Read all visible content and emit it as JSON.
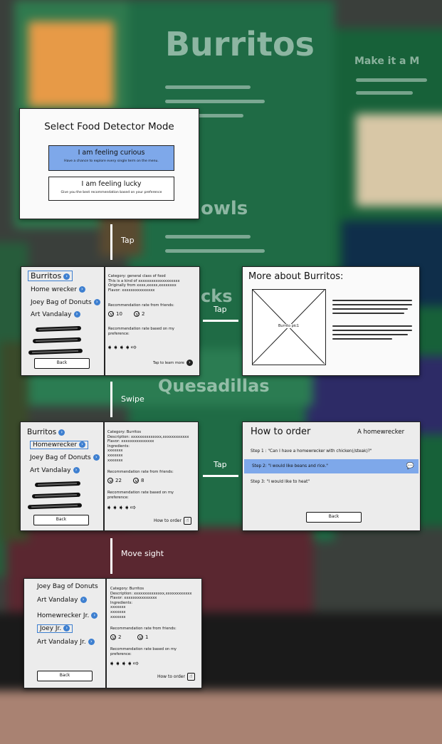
{
  "connectors": {
    "tap1": "Tap",
    "tap2": "Tap",
    "swipe": "Swipe",
    "tap3": "Tap",
    "move_sight": "Move sight"
  },
  "mode_card": {
    "title": "Select Food Detector Mode",
    "curious_title": "I am feeling curious",
    "curious_sub": "Have a chance to explore every single term on the menu.",
    "lucky_title": "I am feeling lucky",
    "lucky_sub": "Give you the best recommendation based on your preference"
  },
  "screen1": {
    "list": [
      "Burritos",
      "Home wrecker",
      "Joey Bag of Donuts",
      "Art Vandalay"
    ],
    "selected": "Burritos",
    "back": "Back",
    "details": [
      "Category: general class of food",
      "This is a kind of xxxxxxxxxxxxxxxxxxx",
      "Originally from xxxx,xxxxx,xxxxxxxx",
      "Flavor: xxxxxxxxxxxxxxx"
    ],
    "rate_friends_label": "Recommendation rate from friends:",
    "likes": "10",
    "dislikes": "2",
    "rate_pref_label": "Recommendation rate based on my preference:",
    "tap_more": "Tap to learn more",
    "rating_filled": 4,
    "rating_total": 5
  },
  "more_card": {
    "title": "More about Burritos:",
    "pic_label": "Burrito pic1"
  },
  "screen2": {
    "header": "Burritos",
    "list": [
      "Homewrecker",
      "Joey Bag of Donuts",
      "Art Vandalay"
    ],
    "selected": "Homewrecker",
    "back": "Back",
    "details": [
      "Category: Burritos",
      "Description: xxxxxxxxxxxxxx,xxxxxxxxxxxx",
      "Flavor: xxxxxxxxxxxxxxx",
      "Ingredients:",
      "xxxxxxx",
      "xxxxxxx",
      "xxxxxxx"
    ],
    "rate_friends_label": "Recommendation rate from friends:",
    "likes": "22",
    "dislikes": "8",
    "rate_pref_label": "Recommendation rate based on my preference:",
    "how_to_order": "How to order",
    "rating_filled": 4,
    "rating_total": 5
  },
  "order_card": {
    "title": "How to order",
    "subtitle": "A homewrecker",
    "steps": [
      "Step 1 : \"Can I have a homewrecker with chicken(/steak)?\"",
      "Step 2: \"I would like beans and rice.\"",
      "Step 3: \"I would like to heat\""
    ],
    "active_step": 1,
    "back": "Back"
  },
  "screen3": {
    "list": [
      "Joey Bag of Donuts",
      "Art Vandalay",
      "Homewrecker Jr.",
      "Joey Jr.",
      "Art Vandalay Jr."
    ],
    "selected": "Joey Jr.",
    "back": "Back",
    "details": [
      "Category: Burritos",
      "Description: xxxxxxxxxxxxxx,xxxxxxxxxxxx",
      "Flavor: xxxxxxxxxxxxxxx",
      "Ingredients:",
      "xxxxxxx",
      "xxxxxxx",
      "xxxxxxx"
    ],
    "rate_friends_label": "Recommendation rate from friends:",
    "likes": "2",
    "dislikes": "1",
    "rate_pref_label": "Recommendation rate based on my preference:",
    "how_to_order": "How to order",
    "rating_filled": 4,
    "rating_total": 5
  },
  "background": {
    "sign_title": "Burritos",
    "sign_quesadillas": "Quesadillas",
    "sign_bowls": "owls",
    "sign_snacks": "cks",
    "sign_make": "Make it a M"
  },
  "colors": {
    "accent_blue": "#3d7fd0",
    "highlight": "#7ea8ea",
    "menu_green": "#1f6b45"
  }
}
